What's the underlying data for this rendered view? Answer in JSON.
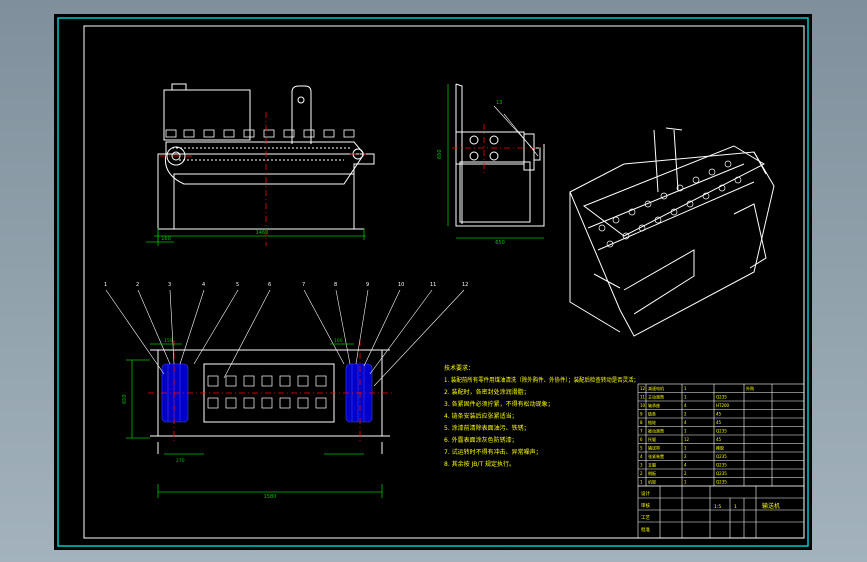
{
  "drawing": {
    "dimensions": {
      "front_length": "1460",
      "front_left_small": "160",
      "side_height": "650",
      "side_width": "650",
      "plan_length": "1580",
      "plan_height": "650",
      "plan_small_a": "150",
      "plan_small_b": "160",
      "plan_small_c": "270"
    },
    "callouts": [
      "1",
      "2",
      "3",
      "4",
      "5",
      "6",
      "7",
      "8",
      "9",
      "10",
      "11",
      "12"
    ],
    "side_callout": "13",
    "notes_lines": [
      "技术要求：",
      "1. 装配前所有零件用煤油清洗（除外购件、外协件）；装配后检查转动是否灵活；",
      "2. 装配时，各密封处涂润滑脂；",
      "3. 各紧固件必须拧紧，不得有松动现象；",
      "4. 链条安装后应张紧适当；",
      "5. 涂漆前清除表面油污、铁锈；",
      "6. 外露表面涂灰色防锈漆；",
      "7. 试运转时不得有冲击、异常噪声；",
      "8. 其余按 JB/T 规定执行。"
    ],
    "bom_rows": [
      [
        "12",
        "减速电机",
        "1",
        "",
        "外购"
      ],
      [
        "11",
        "主动滚筒",
        "1",
        "Q235",
        ""
      ],
      [
        "10",
        "轴承座",
        "4",
        "HT200",
        ""
      ],
      [
        "9",
        "链条",
        "2",
        "45",
        ""
      ],
      [
        "8",
        "链轮",
        "4",
        "45",
        ""
      ],
      [
        "7",
        "被动滚筒",
        "1",
        "Q235",
        ""
      ],
      [
        "6",
        "托辊",
        "12",
        "45",
        ""
      ],
      [
        "5",
        "输送带",
        "1",
        "橡胶",
        ""
      ],
      [
        "4",
        "张紧装置",
        "2",
        "Q235",
        ""
      ],
      [
        "3",
        "支腿",
        "4",
        "Q235",
        ""
      ],
      [
        "2",
        "侧板",
        "2",
        "Q235",
        ""
      ],
      [
        "1",
        "机架",
        "1",
        "Q235",
        ""
      ]
    ],
    "title_block": {
      "name": "输送机",
      "scale": "1:5",
      "sheet": "1",
      "labels": [
        "设计",
        "审核",
        "工艺",
        "批准"
      ]
    },
    "colors": {
      "background": "#000000",
      "frame": "#ffffff",
      "border_cyan": "#00ffff",
      "dimension": "#00c000",
      "centerline": "#ff0000",
      "parts_blue": "#0000ff",
      "text_yellow": "#ffff00"
    }
  }
}
